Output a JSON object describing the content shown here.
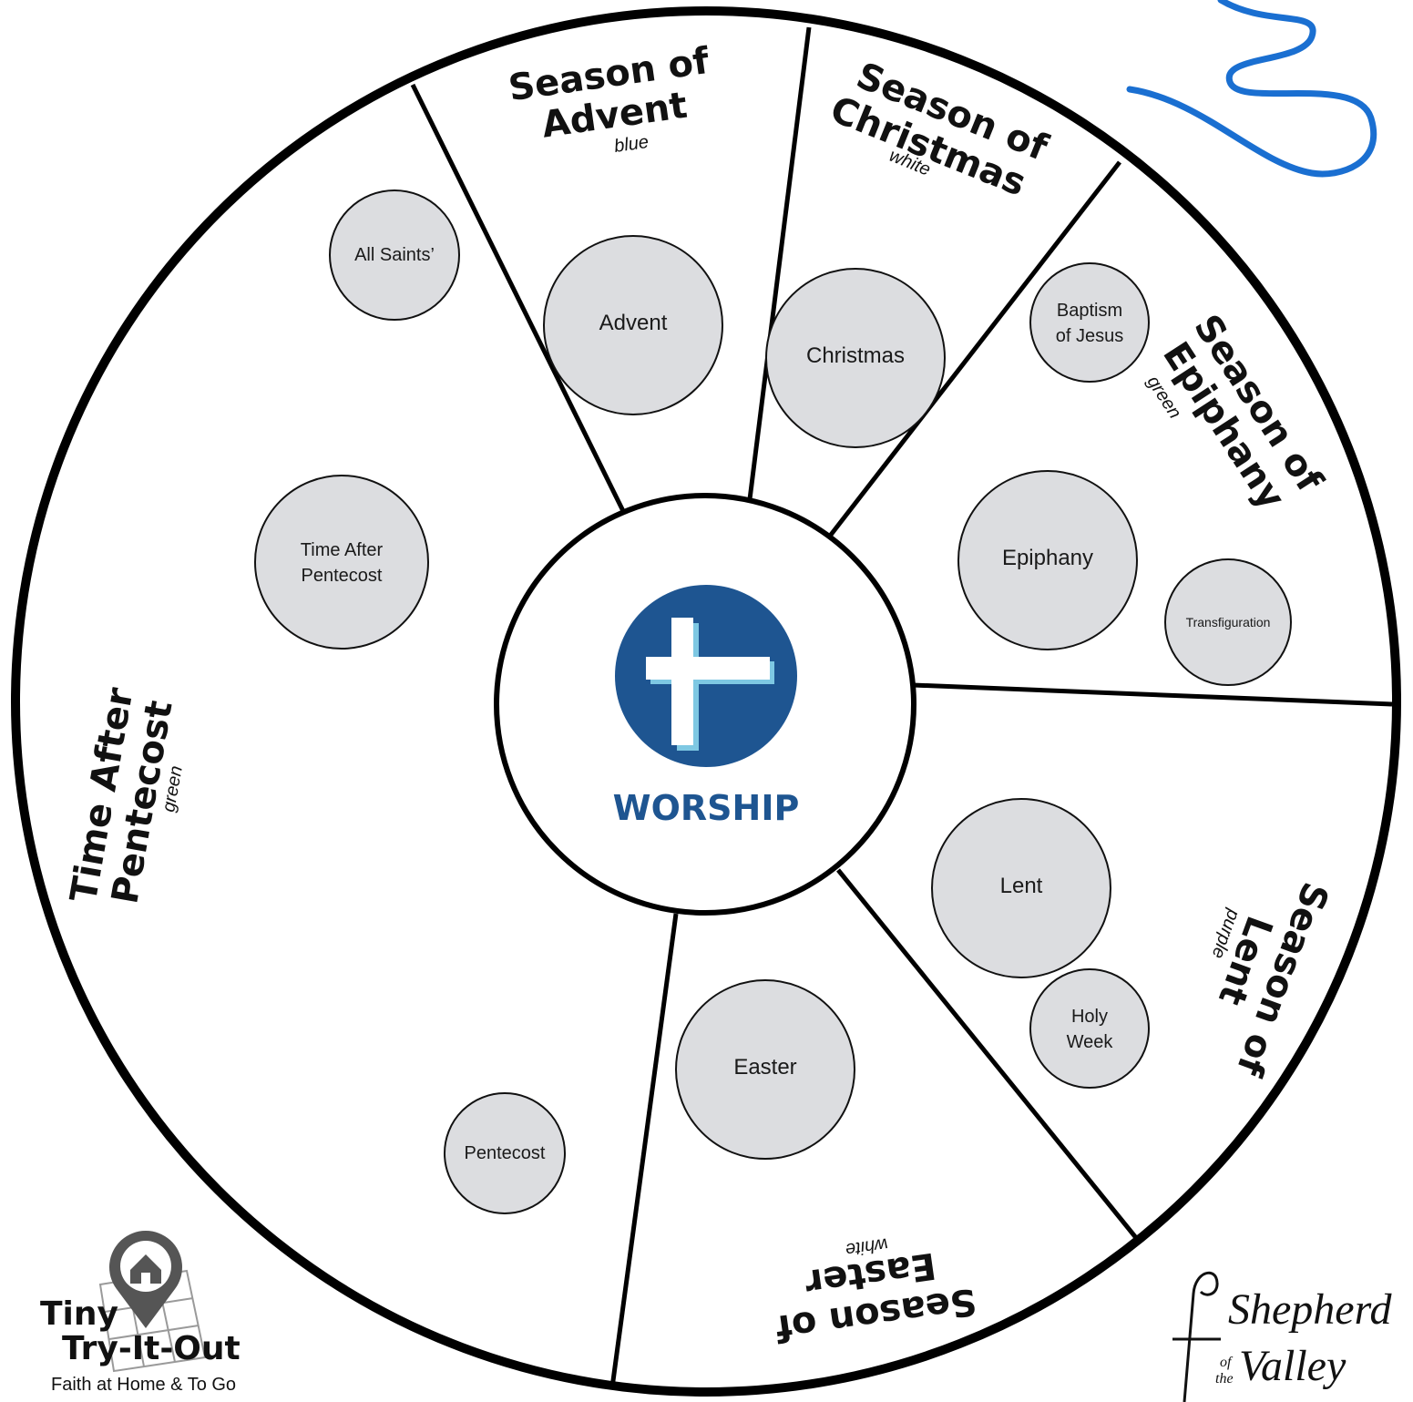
{
  "center": {
    "label": "WORSHIP",
    "icon": "cross-icon",
    "colors": {
      "badge": "#1e5591",
      "cross": "#ffffff",
      "cross_shadow": "#7ec8e3"
    }
  },
  "seasons": [
    {
      "id": "advent",
      "title_line1": "Season of",
      "title_line2": "Advent",
      "color_word": "blue"
    },
    {
      "id": "christmas",
      "title_line1": "Season of",
      "title_line2": "Christmas",
      "color_word": "white"
    },
    {
      "id": "epiphany",
      "title_line1": "Season of",
      "title_line2": "Epiphany",
      "color_word": "green"
    },
    {
      "id": "lent",
      "title_line1": "Season of",
      "title_line2": "Lent",
      "color_word": "purple"
    },
    {
      "id": "easter",
      "title_line1": "Season of",
      "title_line2": "Easter",
      "color_word": "white"
    },
    {
      "id": "pentecost",
      "title_line1": "Time After",
      "title_line2": "Pentecost",
      "color_word": "green"
    }
  ],
  "bubbles": {
    "advent": "Advent",
    "christmas": "Christmas",
    "baptism_line1": "Baptism",
    "baptism_line2": "of Jesus",
    "epiphany": "Epiphany",
    "transfiguration": "Transfiguration",
    "lent": "Lent",
    "holy_week_line1": "Holy",
    "holy_week_line2": "Week",
    "easter": "Easter",
    "pentecost": "Pentecost",
    "time_after_line1": "Time After",
    "time_after_line2": "Pentecost",
    "all_saints": "All Saints’"
  },
  "branding": {
    "tiny_line1": "Tiny",
    "tiny_line2": "Try-It-Out",
    "tiny_tagline": "Faith at Home & To Go",
    "sov_line1": "Shepherd",
    "sov_of": "of",
    "sov_the": "the",
    "sov_line2": "Valley"
  },
  "colors": {
    "wheel_stroke": "#000000",
    "bubble_fill": "#dcdde0",
    "bubble_stroke": "#111111",
    "scribble": "#1a6fd1"
  }
}
